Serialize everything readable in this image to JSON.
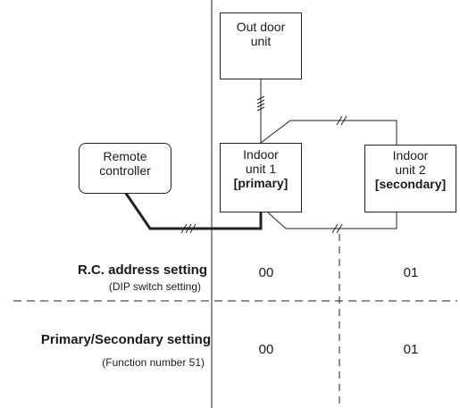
{
  "units": {
    "outdoor": {
      "line1": "Out door",
      "line2": "unit"
    },
    "remote": {
      "line1": "Remote",
      "line2": "controller"
    },
    "indoor1": {
      "line1": "Indoor",
      "line2": "unit 1",
      "role": "[primary]"
    },
    "indoor2": {
      "line1": "Indoor",
      "line2": "unit 2",
      "role": "[secondary]"
    }
  },
  "rows": {
    "rc_address": {
      "title": "R.C. address setting",
      "subtitle": "(DIP switch setting)",
      "value_unit1": "00",
      "value_unit2": "01"
    },
    "primary_secondary": {
      "title": "Primary/Secondary setting",
      "subtitle": "(Function number 51)",
      "value_unit1": "00",
      "value_unit2": "01"
    }
  }
}
